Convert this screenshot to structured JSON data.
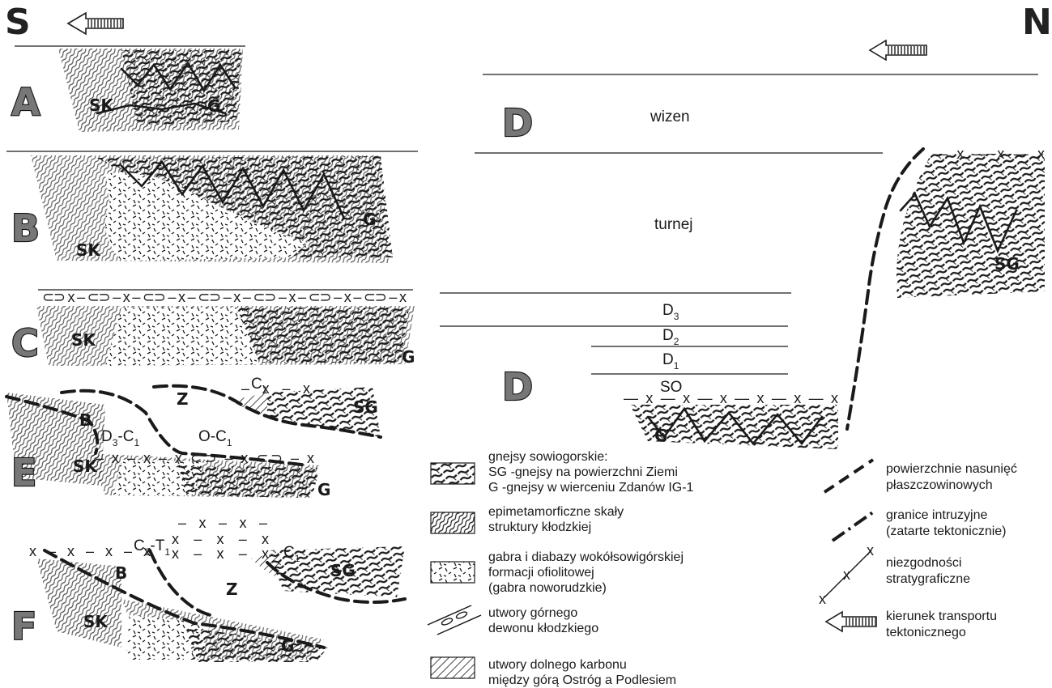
{
  "compass": {
    "south": "S",
    "north": "N"
  },
  "stages": {
    "A": "A",
    "B": "B",
    "C": "C",
    "D_top": "D",
    "D_bottom": "D",
    "E": "E",
    "F": "F"
  },
  "rock_labels": {
    "sk": "SK",
    "g": "G",
    "sg": "SG",
    "b": "B",
    "z": "Z"
  },
  "strat_labels": {
    "wizen": "wizen",
    "turnej": "turnej",
    "d3": {
      "main": "D",
      "sub": "3"
    },
    "d2": {
      "main": "D",
      "sub": "2"
    },
    "d1": {
      "main": "D",
      "sub": "1"
    },
    "so": "SO",
    "e_d3c1": {
      "a": "D",
      "a_sub": "3",
      "b": "-C",
      "b_sub": "1"
    },
    "e_oc1": {
      "a": "O-C",
      "a_sub": "1"
    },
    "e_c1": {
      "a": "C",
      "a_sub": "1"
    },
    "f_c2t1": {
      "a": "C",
      "a_sub": "2",
      "b": "-T",
      "b_sub": "1"
    },
    "f_c1": {
      "a": "C",
      "a_sub": "1"
    }
  },
  "legend_left": [
    {
      "lines": [
        "gnejsy sowiogorskie:",
        "SG -gnejsy na powierzchni Ziemi",
        "G -gnejsy w wierceniu Zdanów IG-1"
      ],
      "symbol": "gneiss-pattern"
    },
    {
      "lines": [
        "epimetamorficzne skały",
        "struktury kłodzkiej"
      ],
      "symbol": "schist-pattern"
    },
    {
      "lines": [
        "gabra i diabazy wokółsowigórskiej",
        "formacji ofiolitowej",
        "(gabra noworudzkie)"
      ],
      "symbol": "gabbro-pattern"
    },
    {
      "lines": [
        "utwory górnego",
        "dewonu kłodzkiego"
      ],
      "symbol": "devonian-lens-symbol"
    },
    {
      "lines": [
        "utwory dolnego karbonu",
        "między górą Ostróg a Podlesiem"
      ],
      "symbol": "hatch-pattern"
    }
  ],
  "legend_right": [
    {
      "lines": [
        "powierzchnie nasunięć",
        "płaszczowinowych"
      ],
      "symbol": "dashed-thrust-line"
    },
    {
      "lines": [
        "granice intruzyjne",
        "(zatarte tektonicznie)"
      ],
      "symbol": "dash-dot-line"
    },
    {
      "lines": [
        "niezgodności",
        "stratygraficzne"
      ],
      "symbol": "x-line"
    },
    {
      "lines": [
        "kierunek transportu",
        "tektonicznego"
      ],
      "symbol": "transport-arrow"
    }
  ]
}
